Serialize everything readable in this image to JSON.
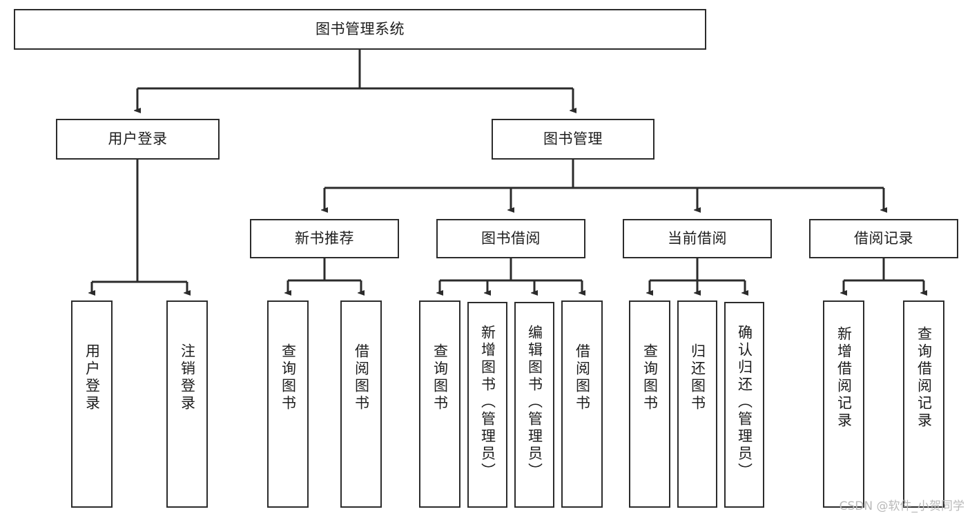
{
  "diagram": {
    "title": "图书管理系统",
    "type": "tree-hierarchy",
    "watermark": "CSDN @软件_小贺同学",
    "colors": {
      "background": "#ffffff",
      "box_border": "#2b2b2b",
      "box_fill": "#ffffff",
      "text": "#1d1d1d",
      "edge": "#2b2b2b",
      "watermark": "#b9b9b9"
    },
    "root": {
      "id": "root",
      "label": "图书管理系统"
    },
    "level2": [
      {
        "id": "user-login",
        "label": "用户登录"
      },
      {
        "id": "book-manage",
        "label": "图书管理"
      }
    ],
    "level3": [
      {
        "id": "new-book-recommend",
        "label": "新书推荐"
      },
      {
        "id": "book-borrow",
        "label": "图书借阅"
      },
      {
        "id": "current-borrow",
        "label": "当前借阅"
      },
      {
        "id": "borrow-record",
        "label": "借阅记录"
      }
    ],
    "leaves": {
      "user_login": [
        {
          "id": "leaf-user-login",
          "label": "用户登录"
        },
        {
          "id": "leaf-logout-login",
          "label": "注销登录"
        }
      ],
      "new_book_recommend": [
        {
          "id": "leaf-query-book-1",
          "label": "查询图书"
        },
        {
          "id": "leaf-borrow-book-1",
          "label": "借阅图书"
        }
      ],
      "book_borrow": [
        {
          "id": "leaf-query-book-2",
          "label": "查询图书"
        },
        {
          "id": "leaf-add-book",
          "label": "新增图书（管理员）"
        },
        {
          "id": "leaf-edit-book",
          "label": "编辑图书（管理员）"
        },
        {
          "id": "leaf-borrow-book-2",
          "label": "借阅图书"
        }
      ],
      "current_borrow": [
        {
          "id": "leaf-query-book-3",
          "label": "查询图书"
        },
        {
          "id": "leaf-return-book",
          "label": "归还图书"
        },
        {
          "id": "leaf-confirm-return",
          "label": "确认归还（管理员）"
        }
      ],
      "borrow_record": [
        {
          "id": "leaf-add-record",
          "label": "新增借阅记录"
        },
        {
          "id": "leaf-query-record",
          "label": "查询借阅记录"
        }
      ]
    }
  }
}
